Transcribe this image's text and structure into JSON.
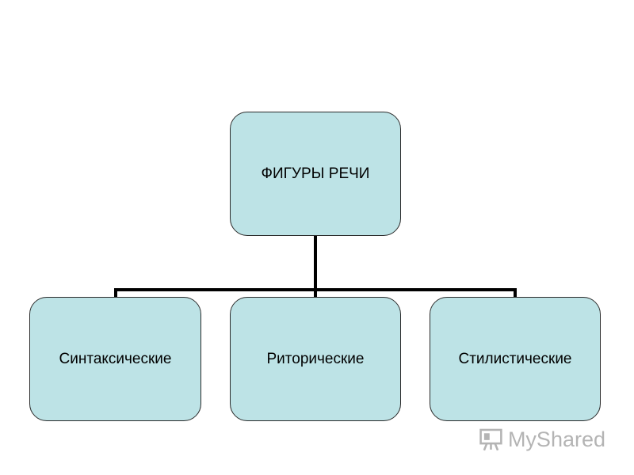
{
  "diagram": {
    "root": {
      "label": "ФИГУРЫ РЕЧИ"
    },
    "children": [
      {
        "label": "Синтаксические"
      },
      {
        "label": "Риторические"
      },
      {
        "label": "Стилистические"
      }
    ],
    "colors": {
      "node_fill": "#bde3e6",
      "node_border": "#2b2b2b",
      "connector": "#000000"
    }
  },
  "watermark": {
    "text": "MyShared",
    "icon": "presentation-board-icon"
  }
}
